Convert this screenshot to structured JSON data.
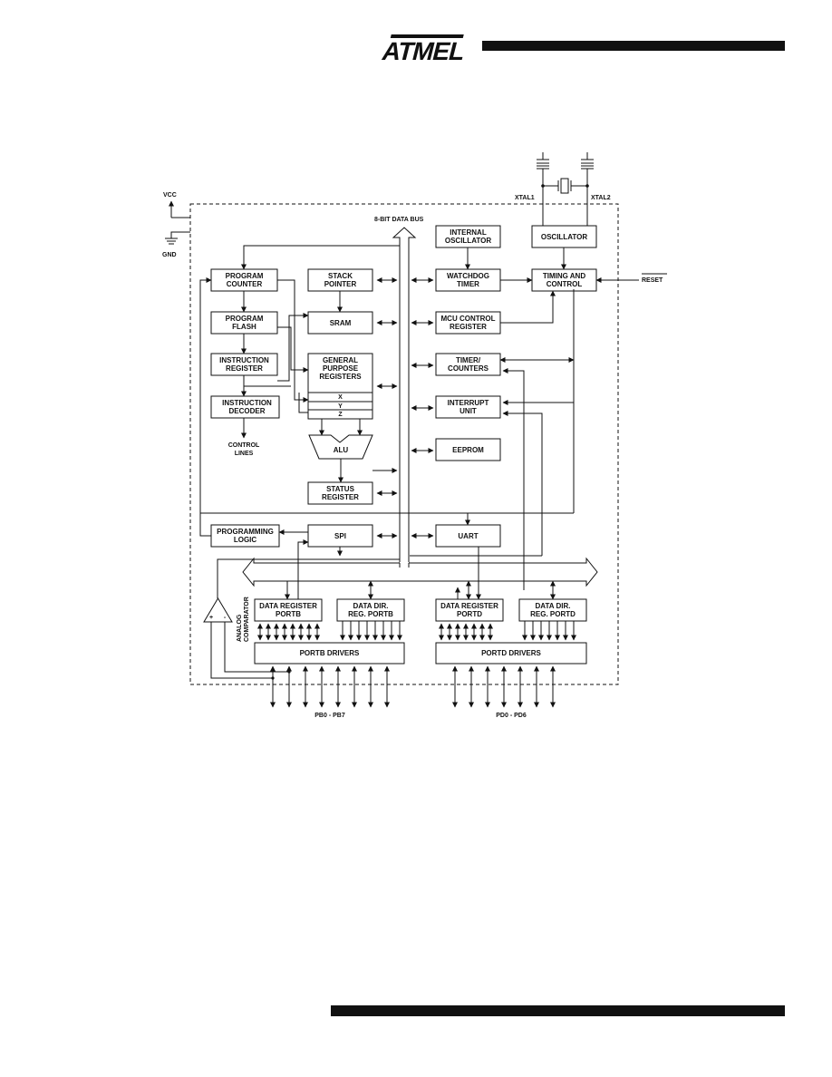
{
  "header": {
    "logo_text": "ATMEL",
    "top_bar_color": "#111111",
    "bottom_bar_color": "#111111"
  },
  "diagram": {
    "data_bus_label": "8-BIT DATA BUS",
    "vcc": "VCC",
    "gnd": "GND",
    "xtal1": "XTAL1",
    "xtal2": "XTAL2",
    "reset": "RESET",
    "program_counter": [
      "PROGRAM",
      "COUNTER"
    ],
    "stack_pointer": [
      "STACK",
      "POINTER"
    ],
    "watchdog_timer": [
      "WATCHDOG",
      "TIMER"
    ],
    "internal_oscillator": [
      "INTERNAL",
      "OSCILLATOR"
    ],
    "oscillator": "OSCILLATOR",
    "timing_control": [
      "TIMING AND",
      "CONTROL"
    ],
    "program_flash": [
      "PROGRAM",
      "FLASH"
    ],
    "sram": "SRAM",
    "mcu_control_register": [
      "MCU CONTROL",
      "REGISTER"
    ],
    "instruction_register": [
      "INSTRUCTION",
      "REGISTER"
    ],
    "gp_registers": [
      "GENERAL",
      "PURPOSE",
      "REGISTERS"
    ],
    "reg_x": "X",
    "reg_y": "Y",
    "reg_z": "Z",
    "timer_counters": [
      "TIMER/",
      "COUNTERS"
    ],
    "instruction_decoder": [
      "INSTRUCTION",
      "DECODER"
    ],
    "interrupt_unit": [
      "INTERRUPT",
      "UNIT"
    ],
    "control_lines": [
      "CONTROL",
      "LINES"
    ],
    "alu": "ALU",
    "eeprom": "EEPROM",
    "status_register": [
      "STATUS",
      "REGISTER"
    ],
    "programming_logic": [
      "PROGRAMMING",
      "LOGIC"
    ],
    "spi": "SPI",
    "uart": "UART",
    "data_register_portb": [
      "DATA REGISTER",
      "PORTB"
    ],
    "data_dir_portb": [
      "DATA DIR.",
      "REG. PORTB"
    ],
    "data_register_portd": [
      "DATA REGISTER",
      "PORTD"
    ],
    "data_dir_portd": [
      "DATA DIR.",
      "REG. PORTD"
    ],
    "portb_drivers": "PORTB DRIVERS",
    "portd_drivers": "PORTD DRIVERS",
    "analog_comparator": [
      "ANALOG",
      "COMPARATOR"
    ],
    "comp_plus": "+",
    "comp_minus": "-",
    "pb_label": "PB0 - PB7",
    "pd_label": "PD0 - PD6"
  }
}
